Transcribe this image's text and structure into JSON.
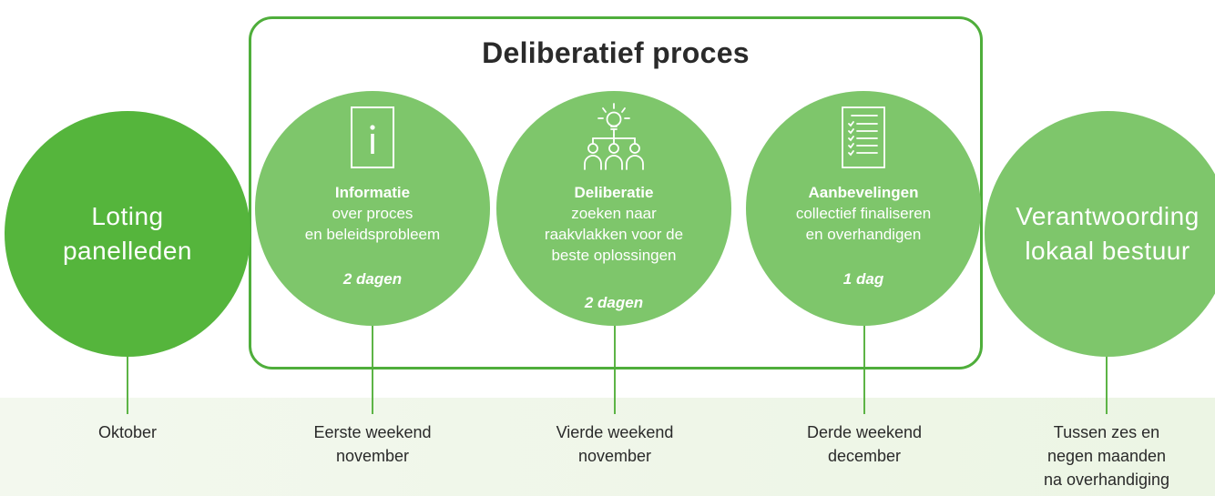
{
  "process": {
    "title": "Deliberatief proces"
  },
  "stages": {
    "loting": {
      "line1": "Loting",
      "line2": "panelleden",
      "when": "Oktober"
    },
    "informatie": {
      "title": "Informatie",
      "line1": "over proces",
      "line2": "en beleidsprobleem",
      "duration": "2 dagen",
      "when_line1": "Eerste weekend",
      "when_line2": "november",
      "icon": "info-document-icon"
    },
    "deliberatie": {
      "title": "Deliberatie",
      "line1": "zoeken naar",
      "line2": "raakvlakken voor de",
      "line3": "beste oplossingen",
      "duration": "2 dagen",
      "when_line1": "Vierde weekend",
      "when_line2": "november",
      "icon": "lightbulb-group-icon"
    },
    "aanbevelingen": {
      "title": "Aanbevelingen",
      "line1": "collectief finaliseren",
      "line2": "en overhandigen",
      "duration": "1 dag",
      "when_line1": "Derde weekend",
      "when_line2": "december",
      "icon": "checklist-icon"
    },
    "verantwoording": {
      "line1": "Verantwoording",
      "line2": "lokaal bestuur",
      "when_line1": "Tussen zes en",
      "when_line2": "negen maanden",
      "when_line3": "na overhandiging"
    }
  },
  "colors": {
    "dark_green": "#55b53c",
    "light_green": "#7ec66b",
    "border_green": "#4fae3b",
    "band": "#eef6e7"
  }
}
